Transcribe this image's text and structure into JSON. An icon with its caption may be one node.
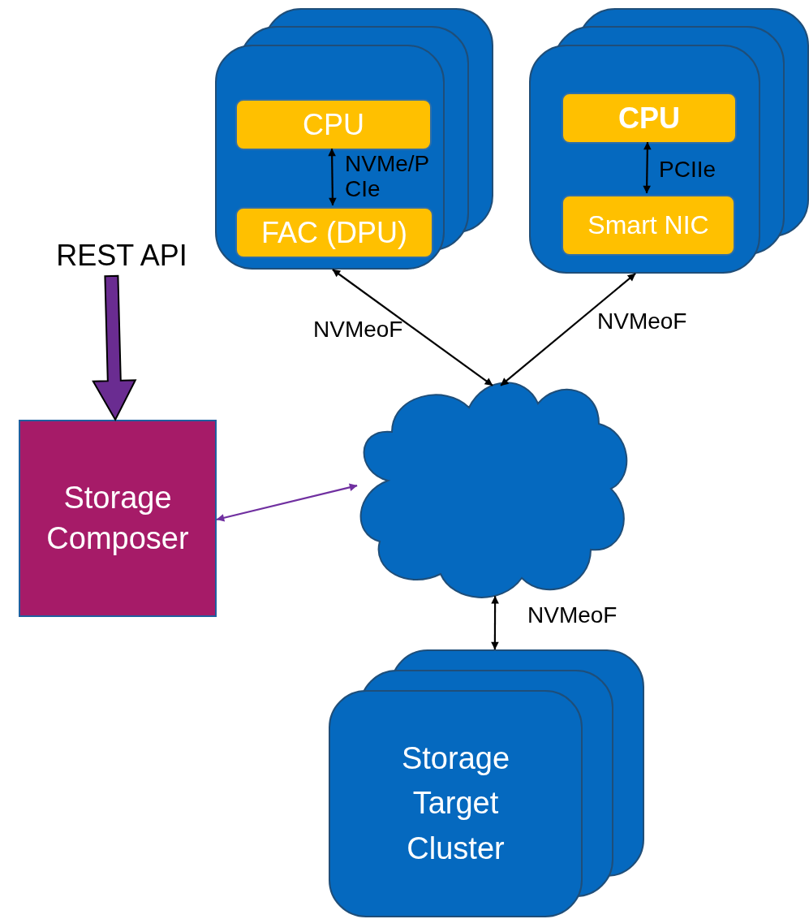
{
  "diagram": {
    "nodes": [
      {
        "text": [],
        "shape": "box"
      },
      {
        "text": [
          "CPU"
        ],
        "in": 0
      },
      {
        "text": [
          "FAC (DPU)"
        ],
        "in": 0
      },
      {
        "text": [],
        "shape": "box"
      },
      {
        "text": [
          "CPU"
        ],
        "in": 3
      },
      {
        "text": [
          "Smart NIC"
        ],
        "in": 3
      },
      {
        "text": [
          "REST API"
        ]
      },
      {
        "text": [
          "Storage Composer"
        ]
      },
      {
        "text": [],
        "shape": "cloud"
      },
      {
        "text": [
          "Storage Target Cluster"
        ]
      }
    ],
    "edges": [
      {
        "from": 1,
        "to": 2,
        "arrow": "both",
        "label": "NVMe/PCIe"
      },
      {
        "from": 4,
        "to": 5,
        "arrow": "both",
        "label": "PCIIe"
      },
      {
        "from": 0,
        "to": 8,
        "arrow": "both",
        "label": "NVMeoF"
      },
      {
        "from": 3,
        "to": 8,
        "arrow": "both",
        "label": "NVMeoF"
      },
      {
        "from": 6,
        "to": 7,
        "arrow": "to",
        "style": "thick",
        "color": "#6a2c91"
      },
      {
        "from": 7,
        "to": 8,
        "arrow": "both",
        "color": "#7030a0"
      },
      {
        "from": 8,
        "to": 9,
        "arrow": "both",
        "label": "NVMeoF"
      }
    ]
  }
}
